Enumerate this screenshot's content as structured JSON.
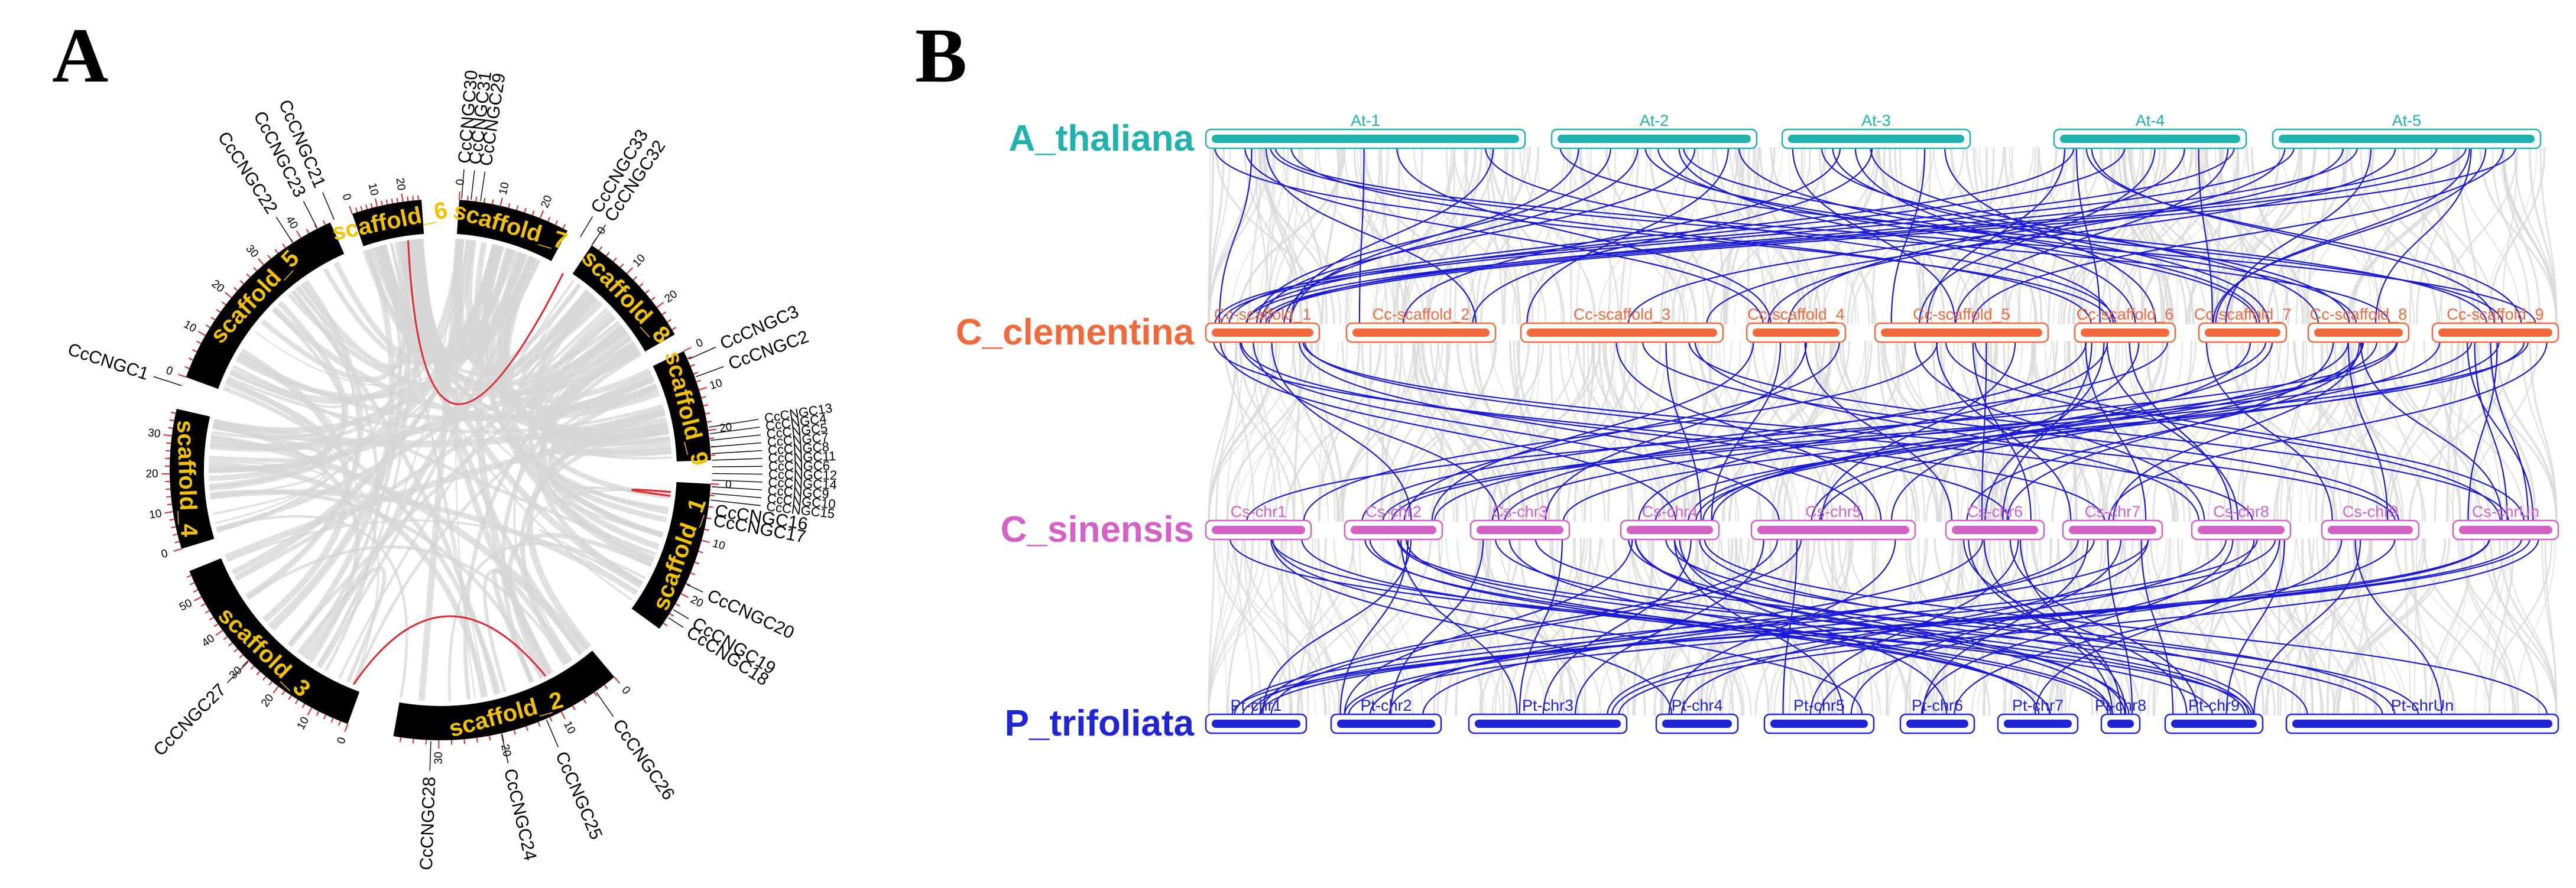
{
  "panels": [
    {
      "letter": "A"
    },
    {
      "letter": "B"
    }
  ],
  "circos": {
    "scaffolds": [
      {
        "name": "scaffold_1",
        "ticks": [
          "0",
          "10",
          "20"
        ]
      },
      {
        "name": "scaffold_2",
        "ticks": [
          "0",
          "10",
          "20",
          "30"
        ]
      },
      {
        "name": "scaffold_3",
        "ticks": [
          "0",
          "10",
          "20",
          "30",
          "40",
          "50"
        ]
      },
      {
        "name": "scaffold_4",
        "ticks": [
          "0",
          "10",
          "20",
          "30"
        ]
      },
      {
        "name": "scaffold_5",
        "ticks": [
          "0",
          "10",
          "20",
          "30",
          "40"
        ]
      },
      {
        "name": "scaffold_6",
        "ticks": [
          "0",
          "10",
          "20"
        ]
      },
      {
        "name": "scaffold_7",
        "ticks": [
          "0",
          "10",
          "20"
        ]
      },
      {
        "name": "scaffold_8",
        "ticks": [
          "0",
          "10",
          "20"
        ]
      },
      {
        "name": "scaffold_9",
        "ticks": [
          "0",
          "10",
          "20"
        ]
      }
    ],
    "genes": [
      "CcCNGC1",
      "CcCNGC2",
      "CcCNGC3",
      "CcCNGC4",
      "CcCNGC5",
      "CcCNGC6",
      "CcCNGC7",
      "CcCNGC8",
      "CcCNGC9",
      "CcCNGC10",
      "CcCNGC11",
      "CcCNGC12",
      "CcCNGC13",
      "CcCNGC14",
      "CcCNGC15",
      "CcCNGC16",
      "CcCNGC17",
      "CcCNGC18",
      "CcCNGC19",
      "CcCNGC20",
      "CcCNGC21",
      "CcCNGC22",
      "CcCNGC23",
      "CcCNGC24",
      "CcCNGC25",
      "CcCNGC26",
      "CcCNGC27",
      "CcCNGC28",
      "CcCNGC29",
      "CcCNGC30",
      "CcCNGC31",
      "CcCNGC32",
      "CcCNGC33"
    ],
    "colors": {
      "ideogram": "#000000",
      "label": "#f2c200",
      "tick": "#e0282d",
      "background_link": "#d6d6d6",
      "duplication_link": "#e0282d"
    }
  },
  "synteny": {
    "species": [
      {
        "name": "A_thaliana",
        "color": "#20b2ad",
        "chromosomes": [
          "At-1",
          "At-2",
          "At-3",
          "At-4",
          "At-5"
        ]
      },
      {
        "name": "C_clementina",
        "color": "#f26a3b",
        "chromosomes": [
          "Cc-scaffold_1",
          "Cc-scaffold_2",
          "Cc-scaffold_3",
          "Cc-scaffold_4",
          "Cc-scaffold_5",
          "Cc-scaffold_6",
          "Cc-scaffold_7",
          "Cc-scaffold_8",
          "Cc-scaffold_9"
        ]
      },
      {
        "name": "C_sinensis",
        "color": "#d660c6",
        "chromosomes": [
          "Cs-chr1",
          "Cs-chr2",
          "Cs-chr3",
          "Cs-chr4",
          "Cs-chr5",
          "Cs-chr6",
          "Cs-chr7",
          "Cs-chr8",
          "Cs-chr9",
          "Cs-chrUn"
        ]
      },
      {
        "name": "P_trifoliata",
        "color": "#1f25d4",
        "chromosomes": [
          "Pt-chr1",
          "Pt-chr2",
          "Pt-chr3",
          "Pt-chr4",
          "Pt-chr5",
          "Pt-chr6",
          "Pt-chr7",
          "Pt-chr8",
          "Pt-chr9",
          "Pt-chrUn"
        ]
      }
    ],
    "colors": {
      "background_link": "#d9d9d9",
      "ortholog_link": "#1a1ad6"
    }
  }
}
